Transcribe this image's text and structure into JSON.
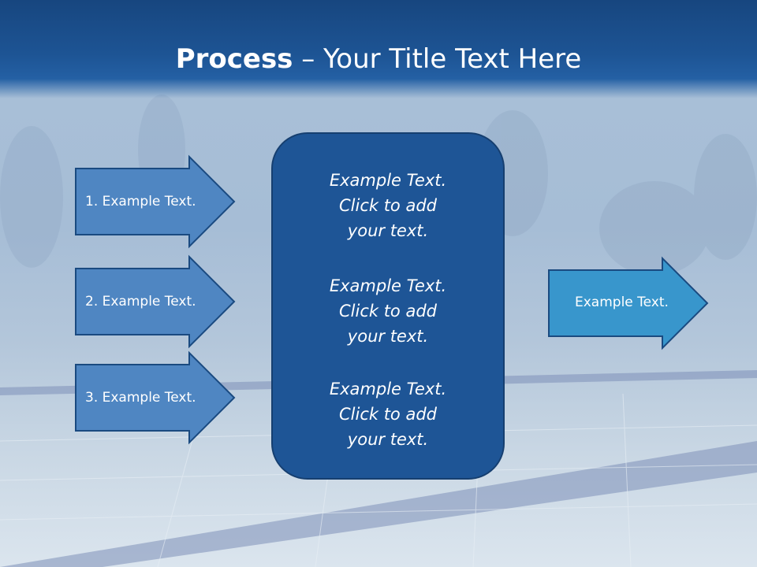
{
  "slide": {
    "title_bold": "Process",
    "title_rest": " – Your Title Text Here",
    "inputs": [
      {
        "label": "1. Example Text."
      },
      {
        "label": "2. Example Text."
      },
      {
        "label": "3. Example Text."
      }
    ],
    "center_blocks": [
      {
        "line1": "Example Text.",
        "line2": "Click  to add",
        "line3": "your text."
      },
      {
        "line1": "Example Text.",
        "line2": "Click  to add",
        "line3": "your text."
      },
      {
        "line1": "Example Text.",
        "line2": "Click  to add",
        "line3": "your text."
      }
    ],
    "output": {
      "label": "Example Text."
    }
  },
  "colors": {
    "header": "#1d5494",
    "input_arrow": "#4f86c2",
    "center_box": "#1e5596",
    "output_arrow": "#3896cc",
    "outline": "#1a4a80"
  }
}
